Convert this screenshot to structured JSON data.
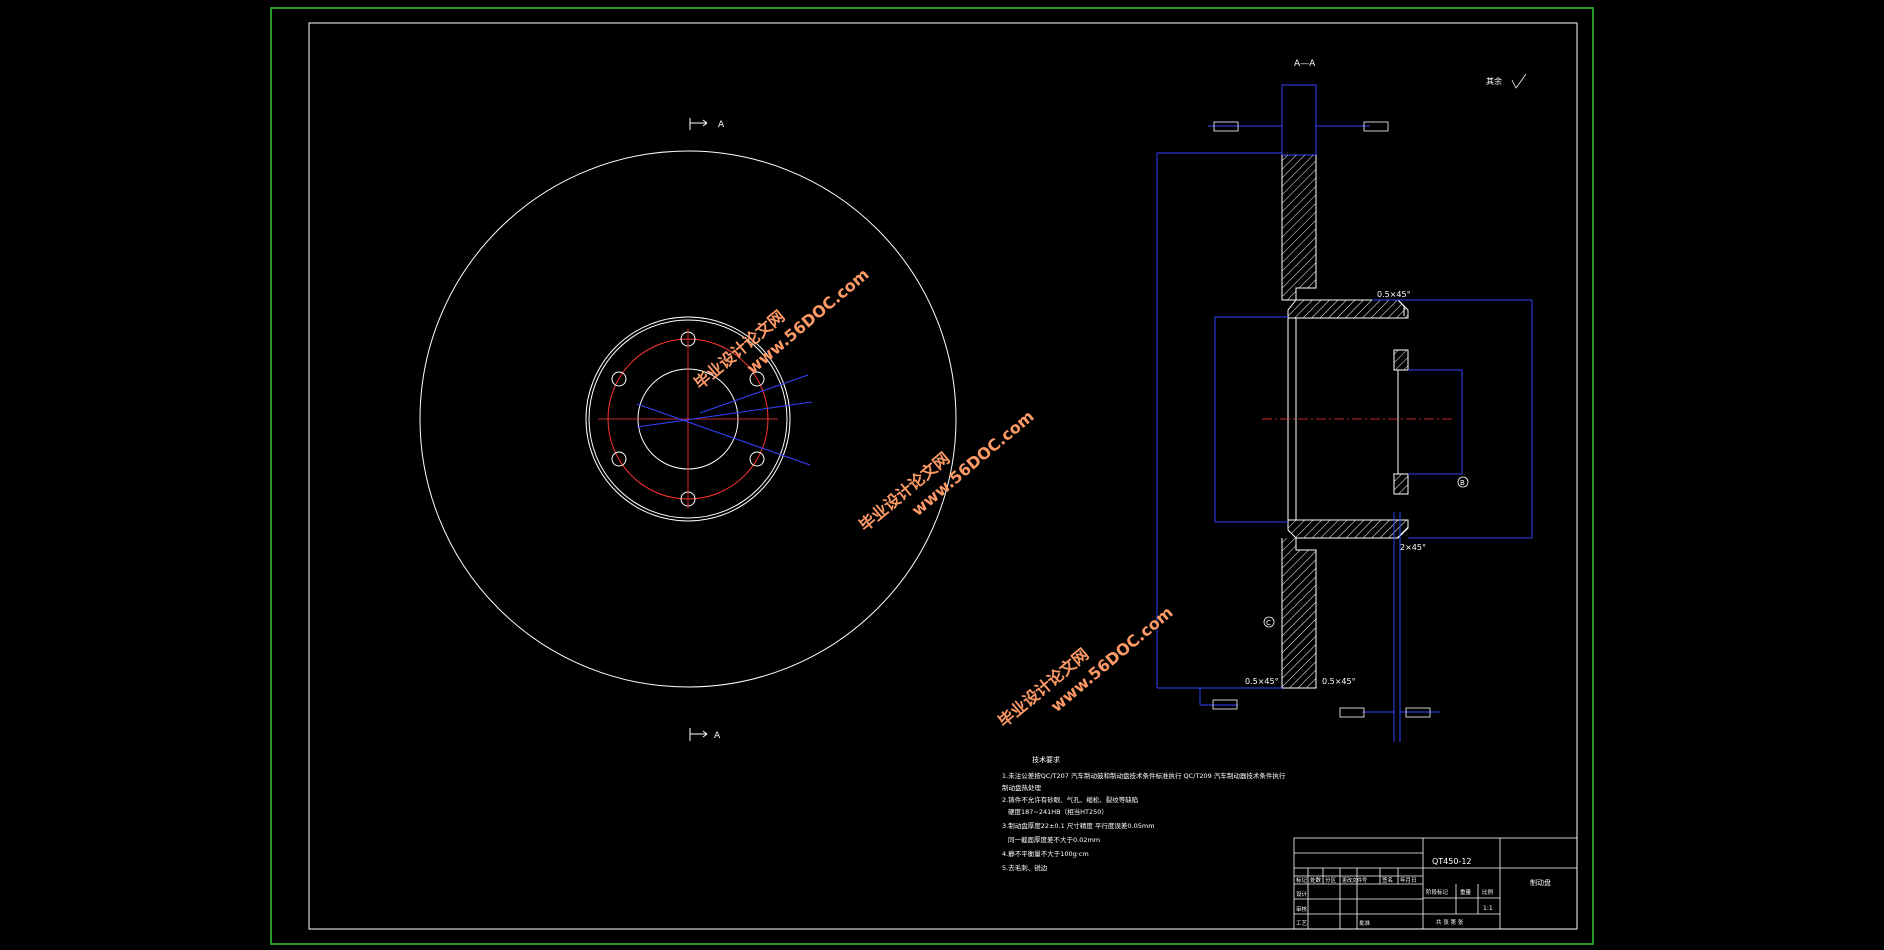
{
  "drawing": {
    "section_title": "A—A",
    "section_marks": [
      "A",
      "A"
    ],
    "roughness_note": "其余",
    "chamfers": [
      "0.5×45°",
      "0.5×45°",
      "0.5×45°",
      "2×45°"
    ],
    "datum_labels": [
      "B",
      "C"
    ]
  },
  "watermark": {
    "line1": "毕业设计论文网",
    "line2": "www.56DOC.com"
  },
  "notes": {
    "title": "技术要求",
    "items": [
      "1.未注公差按QC/T207 汽车制动鼓和制动盘技术条件标准执行 QC/T209 汽车制动器技术条件执行",
      "制动盘热处理",
      "2.铸件不允许有砂眼、气孔、缩松、裂纹等缺陷",
      "硬度187~241HB（相当HT250）",
      "3.制动盘厚度22±0.1 尺寸精度 平行度误差0.05mm",
      "同一截面厚度差不大于0.02mm",
      "4.静不平衡量不大于100g·cm",
      "5.去毛刺、锐边"
    ]
  },
  "title_block": {
    "drawing_no": "QT450-12",
    "part_name": "制动盘",
    "scale": "1:1",
    "labels": [
      "标记",
      "处数",
      "分区",
      "更改文件号",
      "签名",
      "年月日",
      "设计",
      "审核",
      "工艺",
      "批准",
      "阶段标记",
      "重量",
      "比例",
      "共 张 第 张"
    ]
  }
}
